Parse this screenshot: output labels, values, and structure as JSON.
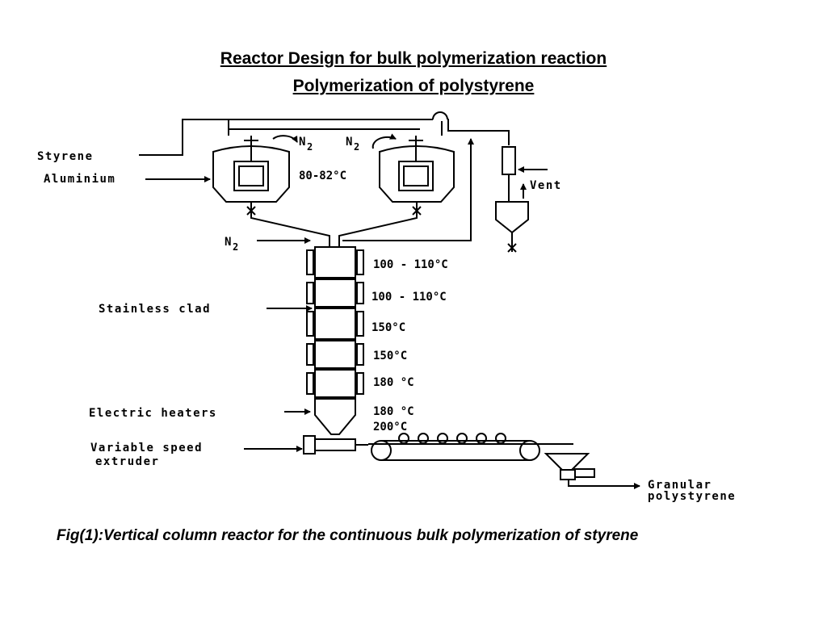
{
  "title_line1": "Reactor Design for bulk polymerization reaction",
  "title_line2": "Polymerization of polystyrene",
  "labels": {
    "styrene": "Styrene",
    "aluminium": "Aluminium",
    "n2_left": "N",
    "n2_right": "N",
    "n2_feed": "N",
    "n2_sub": "2",
    "reactor_temp": "80-82°C",
    "vent": "Vent",
    "stainless_clad": "Stainless clad",
    "electric_heaters": "Electric heaters",
    "extruder_line1": "Variable speed",
    "extruder_line2": "extruder",
    "granular_line1": "Granular",
    "granular_line2": "polystyrene"
  },
  "temps": [
    "100 - 110°C",
    "100 - 110°C",
    "150°C",
    "150°C",
    "180 °C",
    "180 °C",
    "200°C"
  ],
  "caption": "Fig(1):Vertical column reactor for the continuous bulk polymerization of styrene"
}
